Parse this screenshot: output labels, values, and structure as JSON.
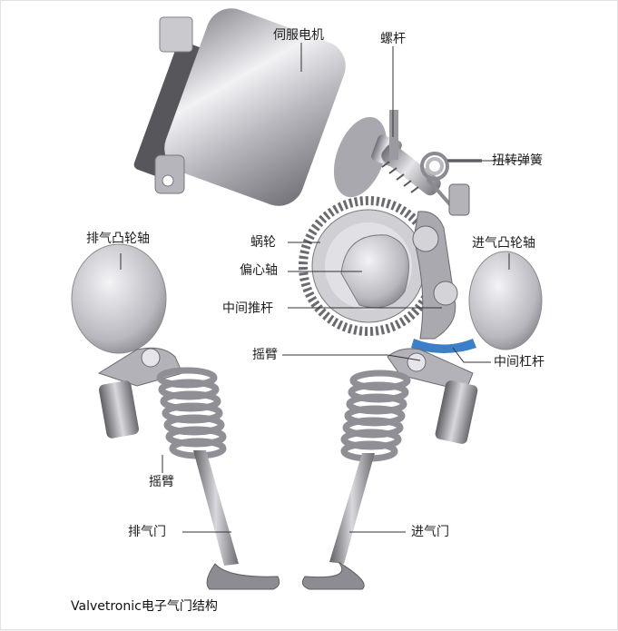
{
  "labels": {
    "servo_motor": "伺服电机",
    "screw_rod": "螺杆",
    "torsion_spring": "扭转弹簧",
    "exhaust_camshaft": "排气凸轮轴",
    "worm_gear": "蜗轮",
    "eccentric_shaft": "偏心轴",
    "intake_camshaft": "进气凸轮轴",
    "intermediate_push_rod": "中间推杆",
    "rocker_arm_right": "摇臂",
    "intermediate_lever": "中间杠杆",
    "rocker_arm_left": "摇臂",
    "exhaust_valve": "排气门",
    "intake_valve": "进气门"
  },
  "caption": "Valvetronic电子气门结构",
  "colors": {
    "metal_dark": "#6e6e72",
    "metal_light": "#e4e4e8",
    "accent_blue": "#3b7fc8"
  }
}
